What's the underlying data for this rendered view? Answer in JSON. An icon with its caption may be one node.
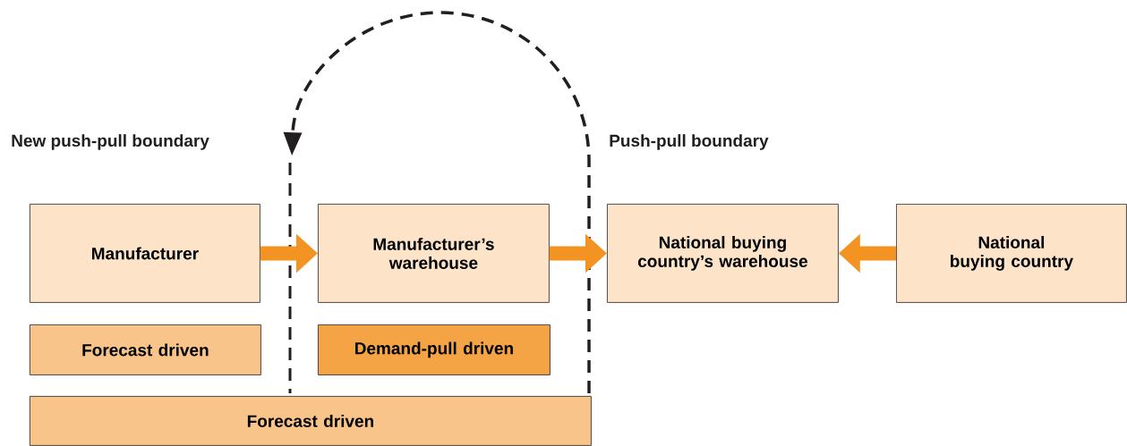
{
  "diagram": {
    "nodes": [
      {
        "text": [
          "Manufacturer"
        ]
      },
      {
        "text": [
          "Manufacturer’s warehouse"
        ]
      },
      {
        "text": [
          "National buying country’s warehouse"
        ]
      },
      {
        "text": [
          "National buying country"
        ]
      },
      {
        "text": [
          "Forecast driven"
        ]
      },
      {
        "text": [
          "Demand-pull driven"
        ]
      },
      {
        "text": [
          "Forecast driven"
        ]
      }
    ],
    "edges": [
      {
        "from": 0,
        "to": 1,
        "arrow": "to"
      },
      {
        "from": 1,
        "to": 2,
        "arrow": "to"
      },
      {
        "from": 3,
        "to": 2,
        "arrow": "to"
      }
    ],
    "labels": [
      "New push-pull boundary",
      "Push-pull boundary"
    ]
  }
}
